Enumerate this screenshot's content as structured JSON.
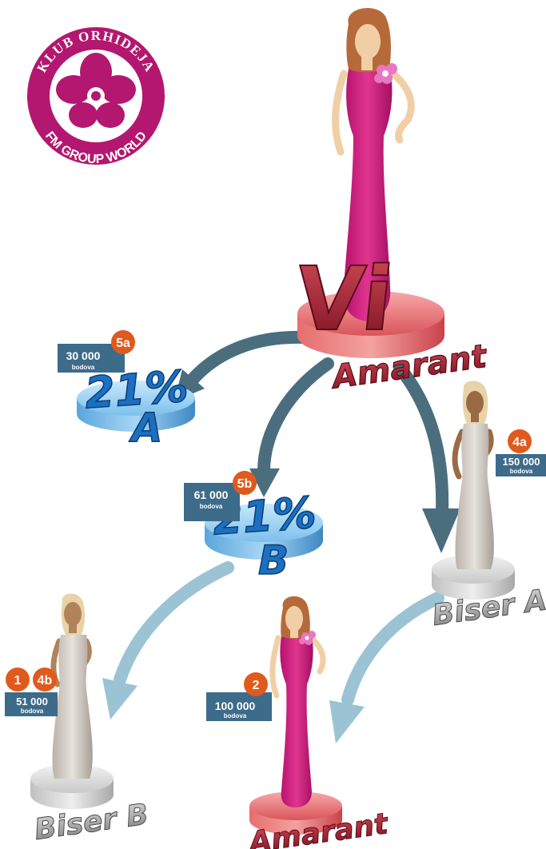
{
  "logo": {
    "text_top": "KLUB ORHIDEJA",
    "text_bottom": "FM GROUP WORLD"
  },
  "colors": {
    "brand_magenta": "#b3176f",
    "amarant_red": "#b02a3a",
    "badge_orange": "#e05a1e",
    "points_box": "#3d6b8a",
    "arrow_dark": "#4a6e7e",
    "arrow_light": "#9cc3d3",
    "disc_blue": "#6cb6e6",
    "percent_blue": "#1d6fc0"
  },
  "you": {
    "word": "Vi",
    "rank": "Amarant"
  },
  "bonus_a": {
    "badge": "5a",
    "points": "30 000",
    "unit": "bodova",
    "percent": "21%",
    "letter": "A"
  },
  "bonus_b": {
    "badge": "5b",
    "points": "61 000",
    "unit": "bodova",
    "percent": "21%",
    "letter": "B"
  },
  "biser_a": {
    "badge": "4a",
    "points": "150 000",
    "unit": "bodova",
    "rank": "Biser A"
  },
  "biser_b": {
    "badge_1": "1",
    "badge_2": "4b",
    "points": "51 000",
    "unit": "bodova",
    "rank": "Biser B"
  },
  "amarant_bottom": {
    "badge": "2",
    "points": "100 000",
    "unit": "bodova",
    "rank": "Amarant"
  }
}
